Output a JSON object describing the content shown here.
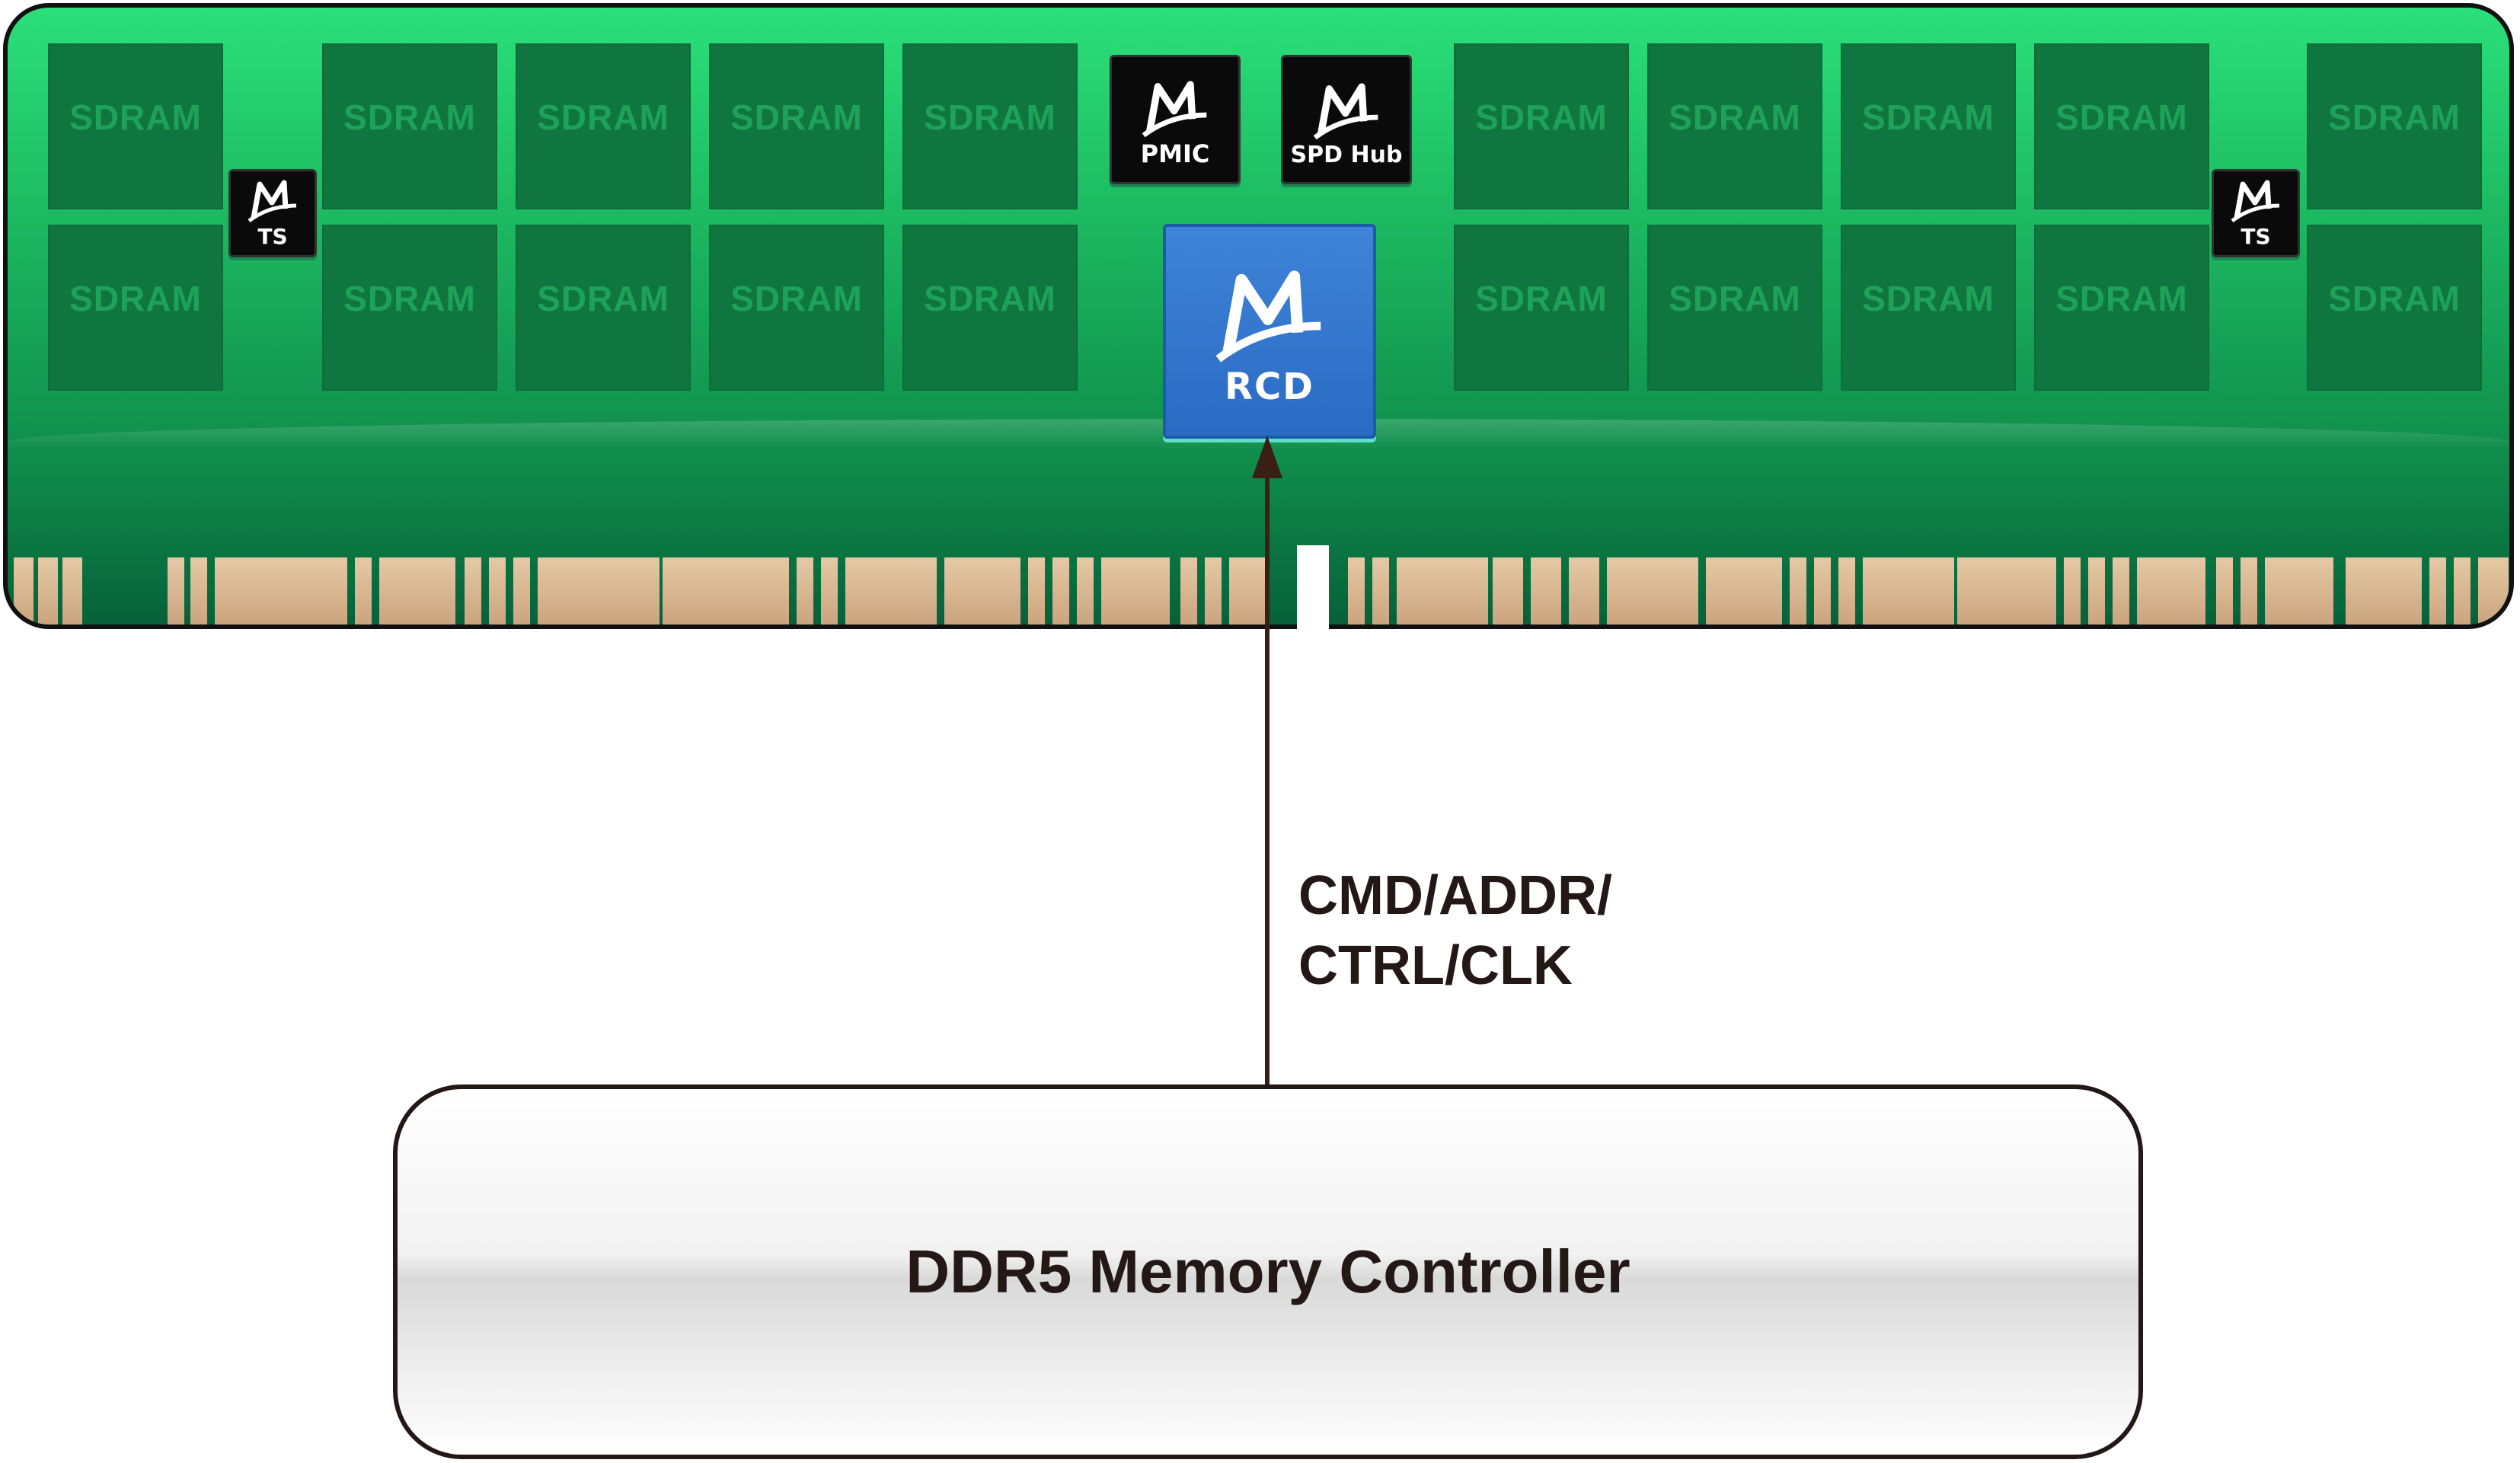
{
  "module": {
    "sdram_label": "SDRAM",
    "chips": {
      "pmic": "PMIC",
      "spd_hub": "SPD Hub",
      "ts_left": "TS",
      "ts_right": "TS",
      "rcd": "RCD"
    },
    "logo_icon": "m-logo-icon",
    "colors": {
      "pcb": "#1ebe63",
      "sdram": "#10763f",
      "rcd": "#2a6bc4",
      "pins": "#d9b890"
    }
  },
  "signal": {
    "line1": "CMD/ADDR/",
    "line2": "CTRL/CLK"
  },
  "controller": {
    "label": "DDR5 Memory Controller"
  }
}
